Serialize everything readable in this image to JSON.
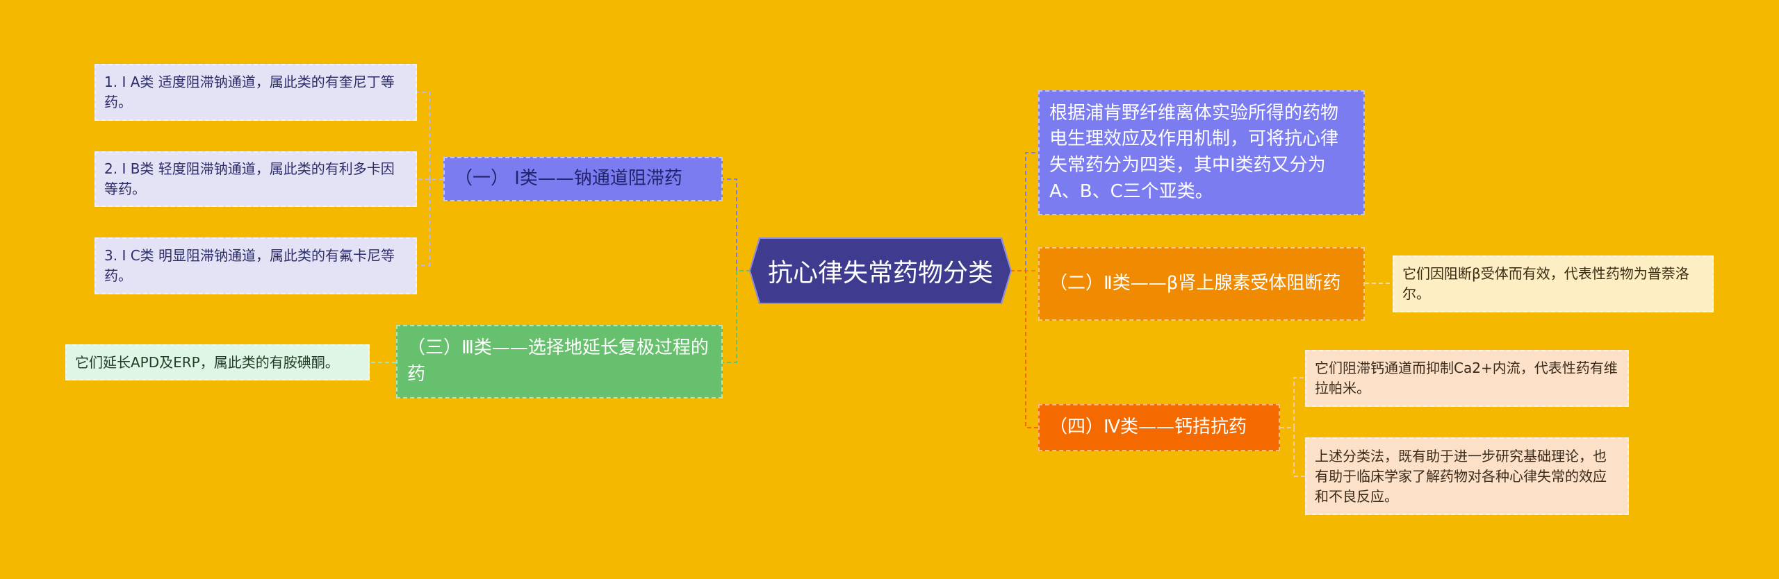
{
  "mindmap": {
    "root": "抗心律失常药物分类",
    "branches": {
      "class1": "（一） Ⅰ类——钠通道阻滞药",
      "class2": "（二）Ⅱ类——β肾上腺素受体阻断药",
      "class3": "（三）Ⅲ类——选择地延长复极过程的药",
      "class4": "（四）Ⅳ类——钙拮抗药",
      "intro": "根据浦肯野纤维离体实验所得的药物电生理效应及作用机制，可将抗心律失常药分为四类，其中Ⅰ类药又分为A、B、C三个亚类。"
    },
    "leaves": {
      "class1_a": "1. Ⅰ A类 适度阻滞钠通道，属此类的有奎尼丁等药。",
      "class1_b": "2. Ⅰ B类 轻度阻滞钠通道，属此类的有利多卡因等药。",
      "class1_c": "3. Ⅰ C类 明显阻滞钠通道，属此类的有氟卡尼等药。",
      "class2_desc": "它们因阻断β受体而有效，代表性药物为普萘洛尔。",
      "class3_desc": "它们延长APD及ERP，属此类的有胺碘酮。",
      "class4_desc": "它们阻滞钙通道而抑制Ca2+内流，代表性药有维拉帕米。",
      "class4_summary": "上述分类法，既有助于进一步研究基础理论，也有助于临床学家了解药物对各种心律失常的效应和不良反应。"
    }
  },
  "colors": {
    "background": "#f5b800",
    "root": "#3f3c8f",
    "blue": "#7b7cf0",
    "orange": "#f08a00",
    "red": "#f56a00",
    "green": "#67c06e"
  }
}
